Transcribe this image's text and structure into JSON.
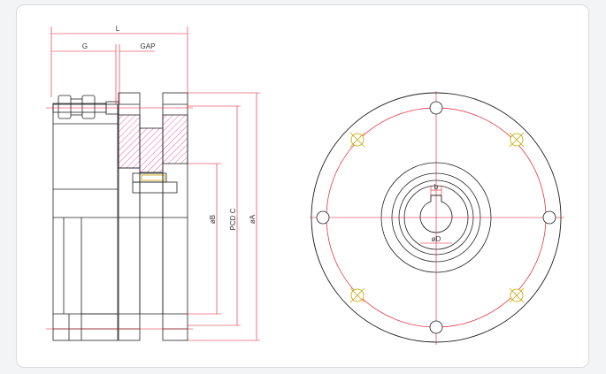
{
  "labels": {
    "overall_length": "L",
    "hub_length": "G",
    "gap": "GAP",
    "bore_diameter": "øB",
    "pitch_circle": "PCD C",
    "outer_diameter": "øA",
    "key_width": "b",
    "shaft_diameter": "øD"
  },
  "colors": {
    "outline": "#222222",
    "dimension": "#e8192c",
    "hatch": "#e0177a",
    "hole_marker": "#c9a400",
    "background": "#ffffff",
    "page": "#f3f4f6"
  }
}
